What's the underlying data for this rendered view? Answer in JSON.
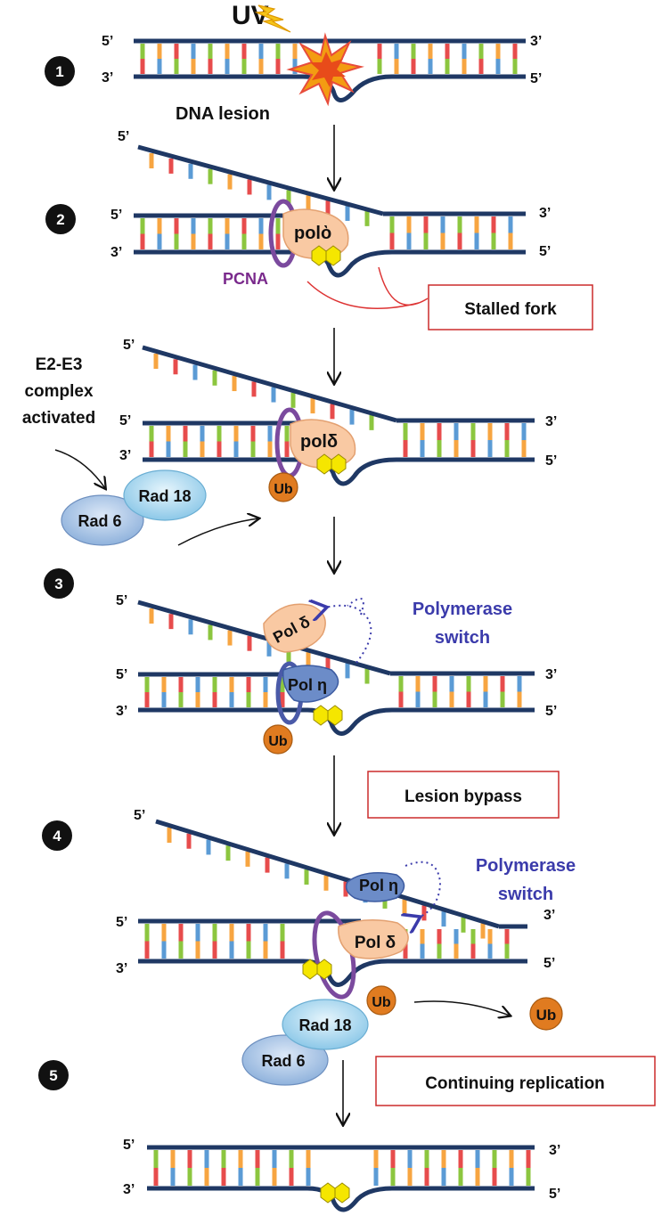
{
  "uv_label": "UV",
  "lesion_label": "DNA lesion",
  "pcna_label": "PCNA",
  "complex_label": [
    "E2-E3",
    "complex",
    "activated"
  ],
  "boxes": {
    "stalled_fork": "Stalled fork",
    "lesion_bypass": "Lesion bypass",
    "continuing_replication": "Continuing replication"
  },
  "polymerase_switch": [
    "Polymerase",
    "switch"
  ],
  "proteins": {
    "pol_delta_stalled": "polὸ",
    "pol_delta": "polδ",
    "pol_delta_spaced": "Pol δ",
    "pol_eta": "Pol η",
    "rad18": "Rad 18",
    "rad6": "Rad 6",
    "ub": "Ub"
  },
  "steps": [
    "1",
    "2",
    "3",
    "4",
    "5"
  ],
  "strand_ends": {
    "five": "5’",
    "three": "3’"
  },
  "colors": {
    "backbone": "#1f3864",
    "base_green": "#8cc63f",
    "base_orange": "#f7a541",
    "base_red": "#e74c4c",
    "base_blue": "#5b9bd5",
    "pol": "#f9c9a3",
    "pcna": "#7b4a9e",
    "rad": "#bfe1f3",
    "ub": "#e07b20",
    "lesion": "#f2e600",
    "box_border": "#cc2b2b"
  }
}
